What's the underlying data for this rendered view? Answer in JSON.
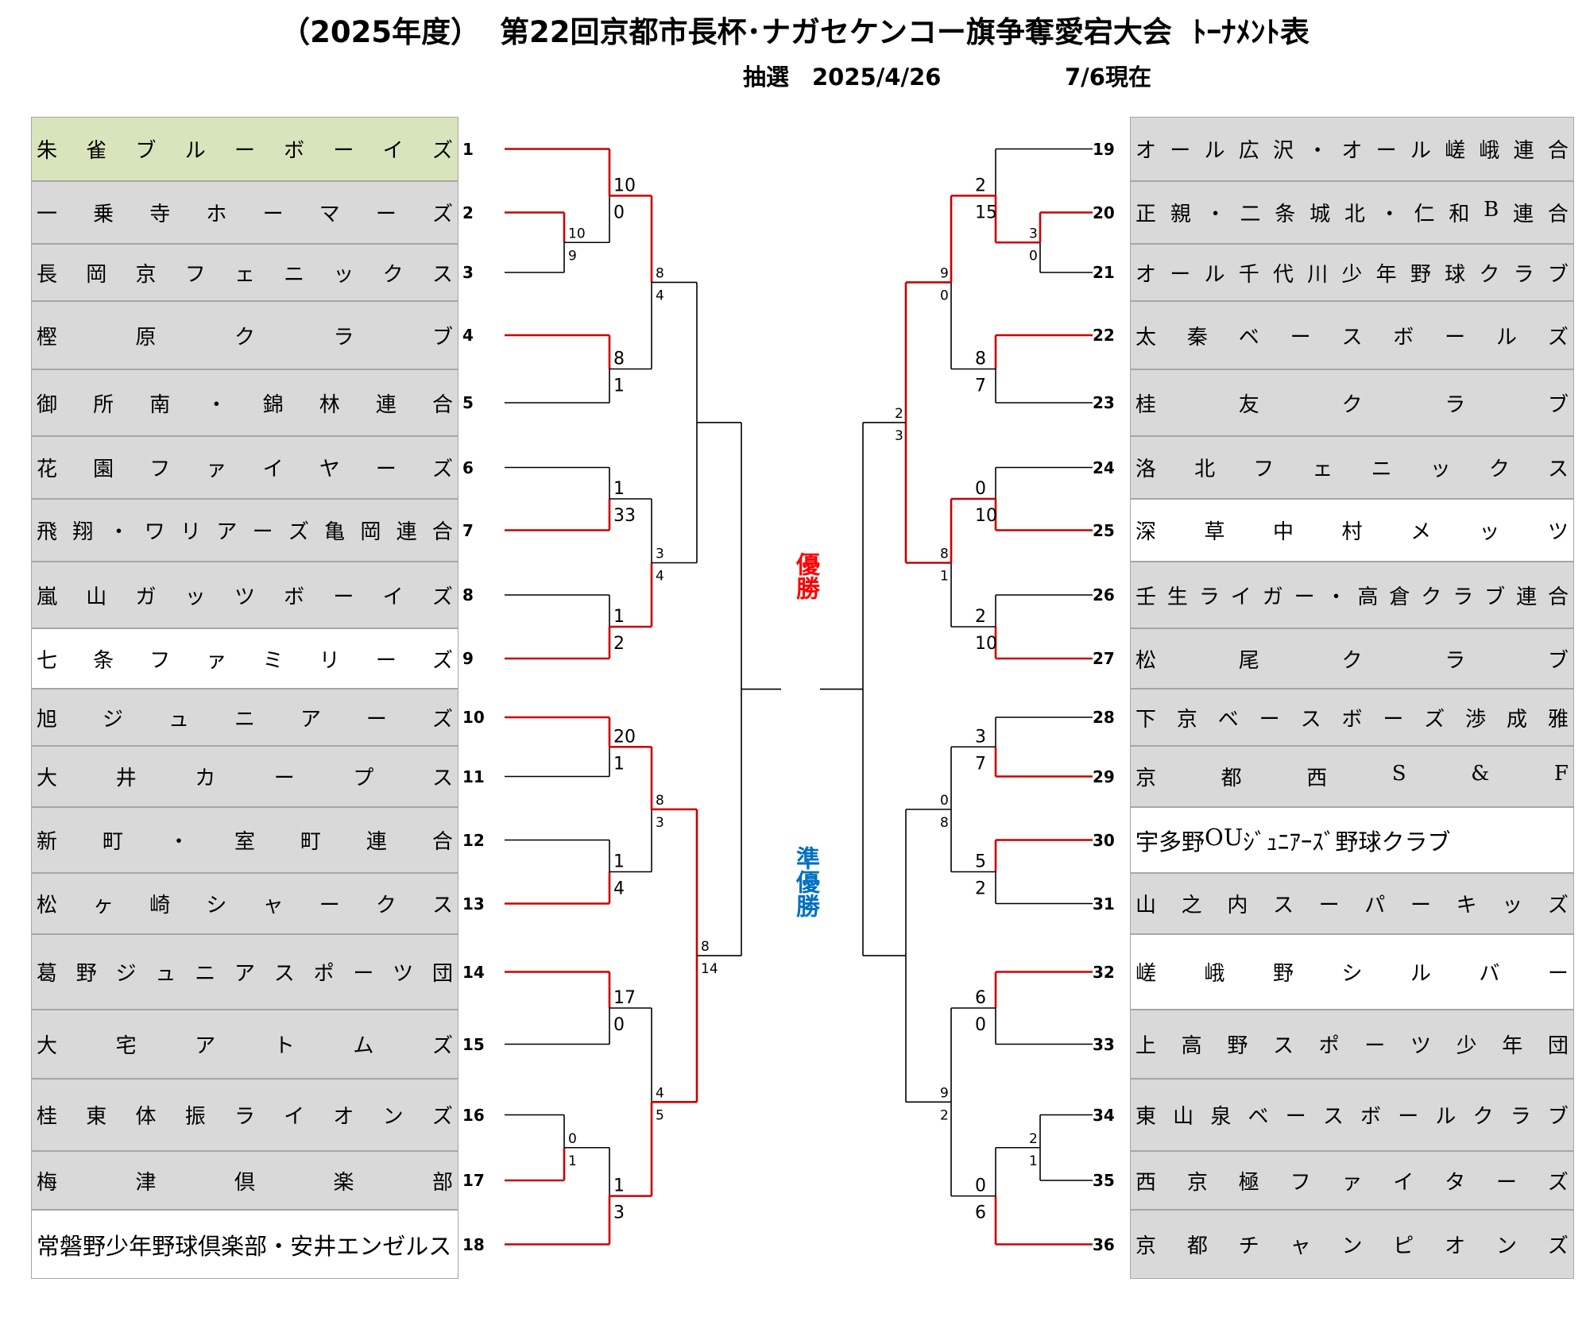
{
  "title": {
    "year": "（2025年度）",
    "name": "第22回京都市長杯･ナガセケンコー旗争奪愛宕大会",
    "kind": "ﾄｰﾅﾒﾝﾄ表"
  },
  "draw_date": "抽選　2025/4/26",
  "as_of": "7/6現在",
  "labels": {
    "champion": "優勝",
    "runner_up": "準優勝"
  },
  "colors": {
    "winner_line": "#cc0000",
    "loser_line": "#000000",
    "row_gray": "#d9d9d9",
    "row_green": "#d8e4bc",
    "row_white": "#ffffff",
    "champion": "#ff0000",
    "runner_up": "#0070c0"
  },
  "teams_left": [
    {
      "no": "1",
      "name": "朱雀ブルーボーイズ",
      "bg": "green"
    },
    {
      "no": "2",
      "name": "一乗寺ホーマーズ",
      "bg": "gray"
    },
    {
      "no": "3",
      "name": "長岡京フェニックス",
      "bg": "gray"
    },
    {
      "no": "4",
      "name": "樫原クラブ",
      "bg": "gray"
    },
    {
      "no": "5",
      "name": "御所南・錦林連合",
      "bg": "gray"
    },
    {
      "no": "6",
      "name": "花園ファイヤーズ",
      "bg": "gray"
    },
    {
      "no": "7",
      "name": "飛翔・ワリアーズ亀岡連合",
      "bg": "gray"
    },
    {
      "no": "8",
      "name": "嵐山ガッツボーイズ",
      "bg": "gray"
    },
    {
      "no": "9",
      "name": "七条ファミリーズ",
      "bg": "white"
    },
    {
      "no": "10",
      "name": "旭ジュニアーズ",
      "bg": "gray"
    },
    {
      "no": "11",
      "name": "大井カープス",
      "bg": "gray"
    },
    {
      "no": "12",
      "name": "新町・室町連合",
      "bg": "gray"
    },
    {
      "no": "13",
      "name": "松ヶ崎シャークス",
      "bg": "gray"
    },
    {
      "no": "14",
      "name": "葛野ジュニアスポーツ団",
      "bg": "gray"
    },
    {
      "no": "15",
      "name": "大宅アトムズ",
      "bg": "gray"
    },
    {
      "no": "16",
      "name": "桂東体振ライオンズ",
      "bg": "gray"
    },
    {
      "no": "17",
      "name": "梅津倶楽部",
      "bg": "gray"
    },
    {
      "no": "18",
      "name": "常磐野少年野球倶楽部・安井エンゼルス",
      "bg": "white"
    }
  ],
  "teams_right": [
    {
      "no": "19",
      "name": "オール広沢・オール嵯峨連合",
      "bg": "gray"
    },
    {
      "no": "20",
      "name": "正親・二条城北・仁和B連合",
      "bg": "gray"
    },
    {
      "no": "21",
      "name": "オール千代川少年野球クラブ",
      "bg": "gray"
    },
    {
      "no": "22",
      "name": "太秦ベースボールズ",
      "bg": "gray"
    },
    {
      "no": "23",
      "name": "桂友クラブ",
      "bg": "gray"
    },
    {
      "no": "24",
      "name": "洛北フェニックス",
      "bg": "gray"
    },
    {
      "no": "25",
      "name": "深草中村メッツ",
      "bg": "white"
    },
    {
      "no": "26",
      "name": "壬生ライガー・高倉クラブ連合",
      "bg": "gray"
    },
    {
      "no": "27",
      "name": "松尾クラブ",
      "bg": "gray"
    },
    {
      "no": "28",
      "name": "下京ベースボーズ渉成雅",
      "bg": "gray"
    },
    {
      "no": "29",
      "name": "京都西S&F",
      "bg": "gray"
    },
    {
      "no": "30",
      "name": "宇多野OUｼﾞｭﾆｱｰｽﾞ野球クラブ",
      "bg": "white"
    },
    {
      "no": "31",
      "name": "山之内スーパーキッズ",
      "bg": "gray"
    },
    {
      "no": "32",
      "name": "嵯峨野シルバー",
      "bg": "white"
    },
    {
      "no": "33",
      "name": "上高野スポーツ少年団",
      "bg": "gray"
    },
    {
      "no": "34",
      "name": "東山泉ベースボールクラブ",
      "bg": "gray"
    },
    {
      "no": "35",
      "name": "西京極ファイターズ",
      "bg": "gray"
    },
    {
      "no": "36",
      "name": "京都チャンピオンズ",
      "bg": "gray"
    }
  ],
  "scores": {
    "m2_3": [
      "10",
      "9"
    ],
    "m1_23": [
      "10",
      "0"
    ],
    "m4_5": [
      "8",
      "1"
    ],
    "mA": [
      "8",
      "4"
    ],
    "m6_7": [
      "1",
      "33"
    ],
    "m8_9": [
      "1",
      "2"
    ],
    "mB": [
      "3",
      "4"
    ],
    "m10_11": [
      "20",
      "1"
    ],
    "m12_13": [
      "1",
      "4"
    ],
    "mC": [
      "8",
      "3"
    ],
    "m14_15": [
      "17",
      "0"
    ],
    "m16_17": [
      "0",
      "1"
    ],
    "m1617_18": [
      "1",
      "3"
    ],
    "mD": [
      "4",
      "5"
    ],
    "mLS": [
      "8",
      "14"
    ],
    "m20_21": [
      "3",
      "0"
    ],
    "m19_2021": [
      "2",
      "15"
    ],
    "m22_23": [
      "8",
      "7"
    ],
    "mE": [
      "9",
      "0"
    ],
    "m24_25": [
      "0",
      "10"
    ],
    "m26_27": [
      "2",
      "10"
    ],
    "mF": [
      "8",
      "1"
    ],
    "mRS1": [
      "2",
      "3"
    ],
    "m28_29": [
      "3",
      "7"
    ],
    "m30_31": [
      "5",
      "2"
    ],
    "mG": [
      "0",
      "8"
    ],
    "m32_33": [
      "6",
      "0"
    ],
    "m34_35": [
      "2",
      "1"
    ],
    "m3435_36": [
      "0",
      "6"
    ],
    "mH": [
      "9",
      "2"
    ]
  }
}
